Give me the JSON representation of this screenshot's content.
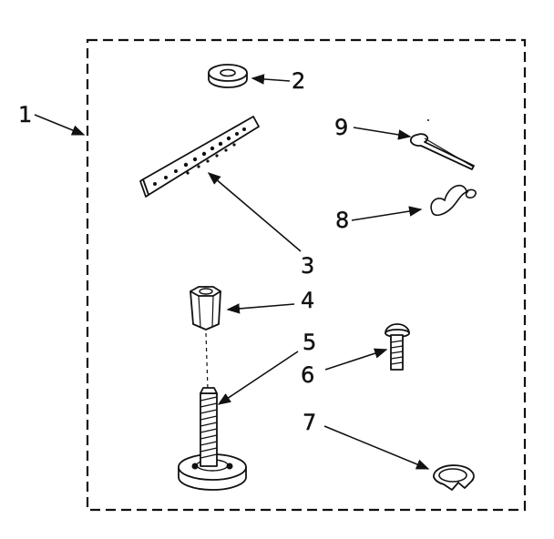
{
  "diagram": {
    "callouts": {
      "c1": "1",
      "c2": "2",
      "c3": "3",
      "c4": "4",
      "c5": "5",
      "c6": "6",
      "c7": "7",
      "c8": "8",
      "c9": "9"
    },
    "colors": {
      "ink": "#111111",
      "paper": "#ffffff"
    }
  }
}
